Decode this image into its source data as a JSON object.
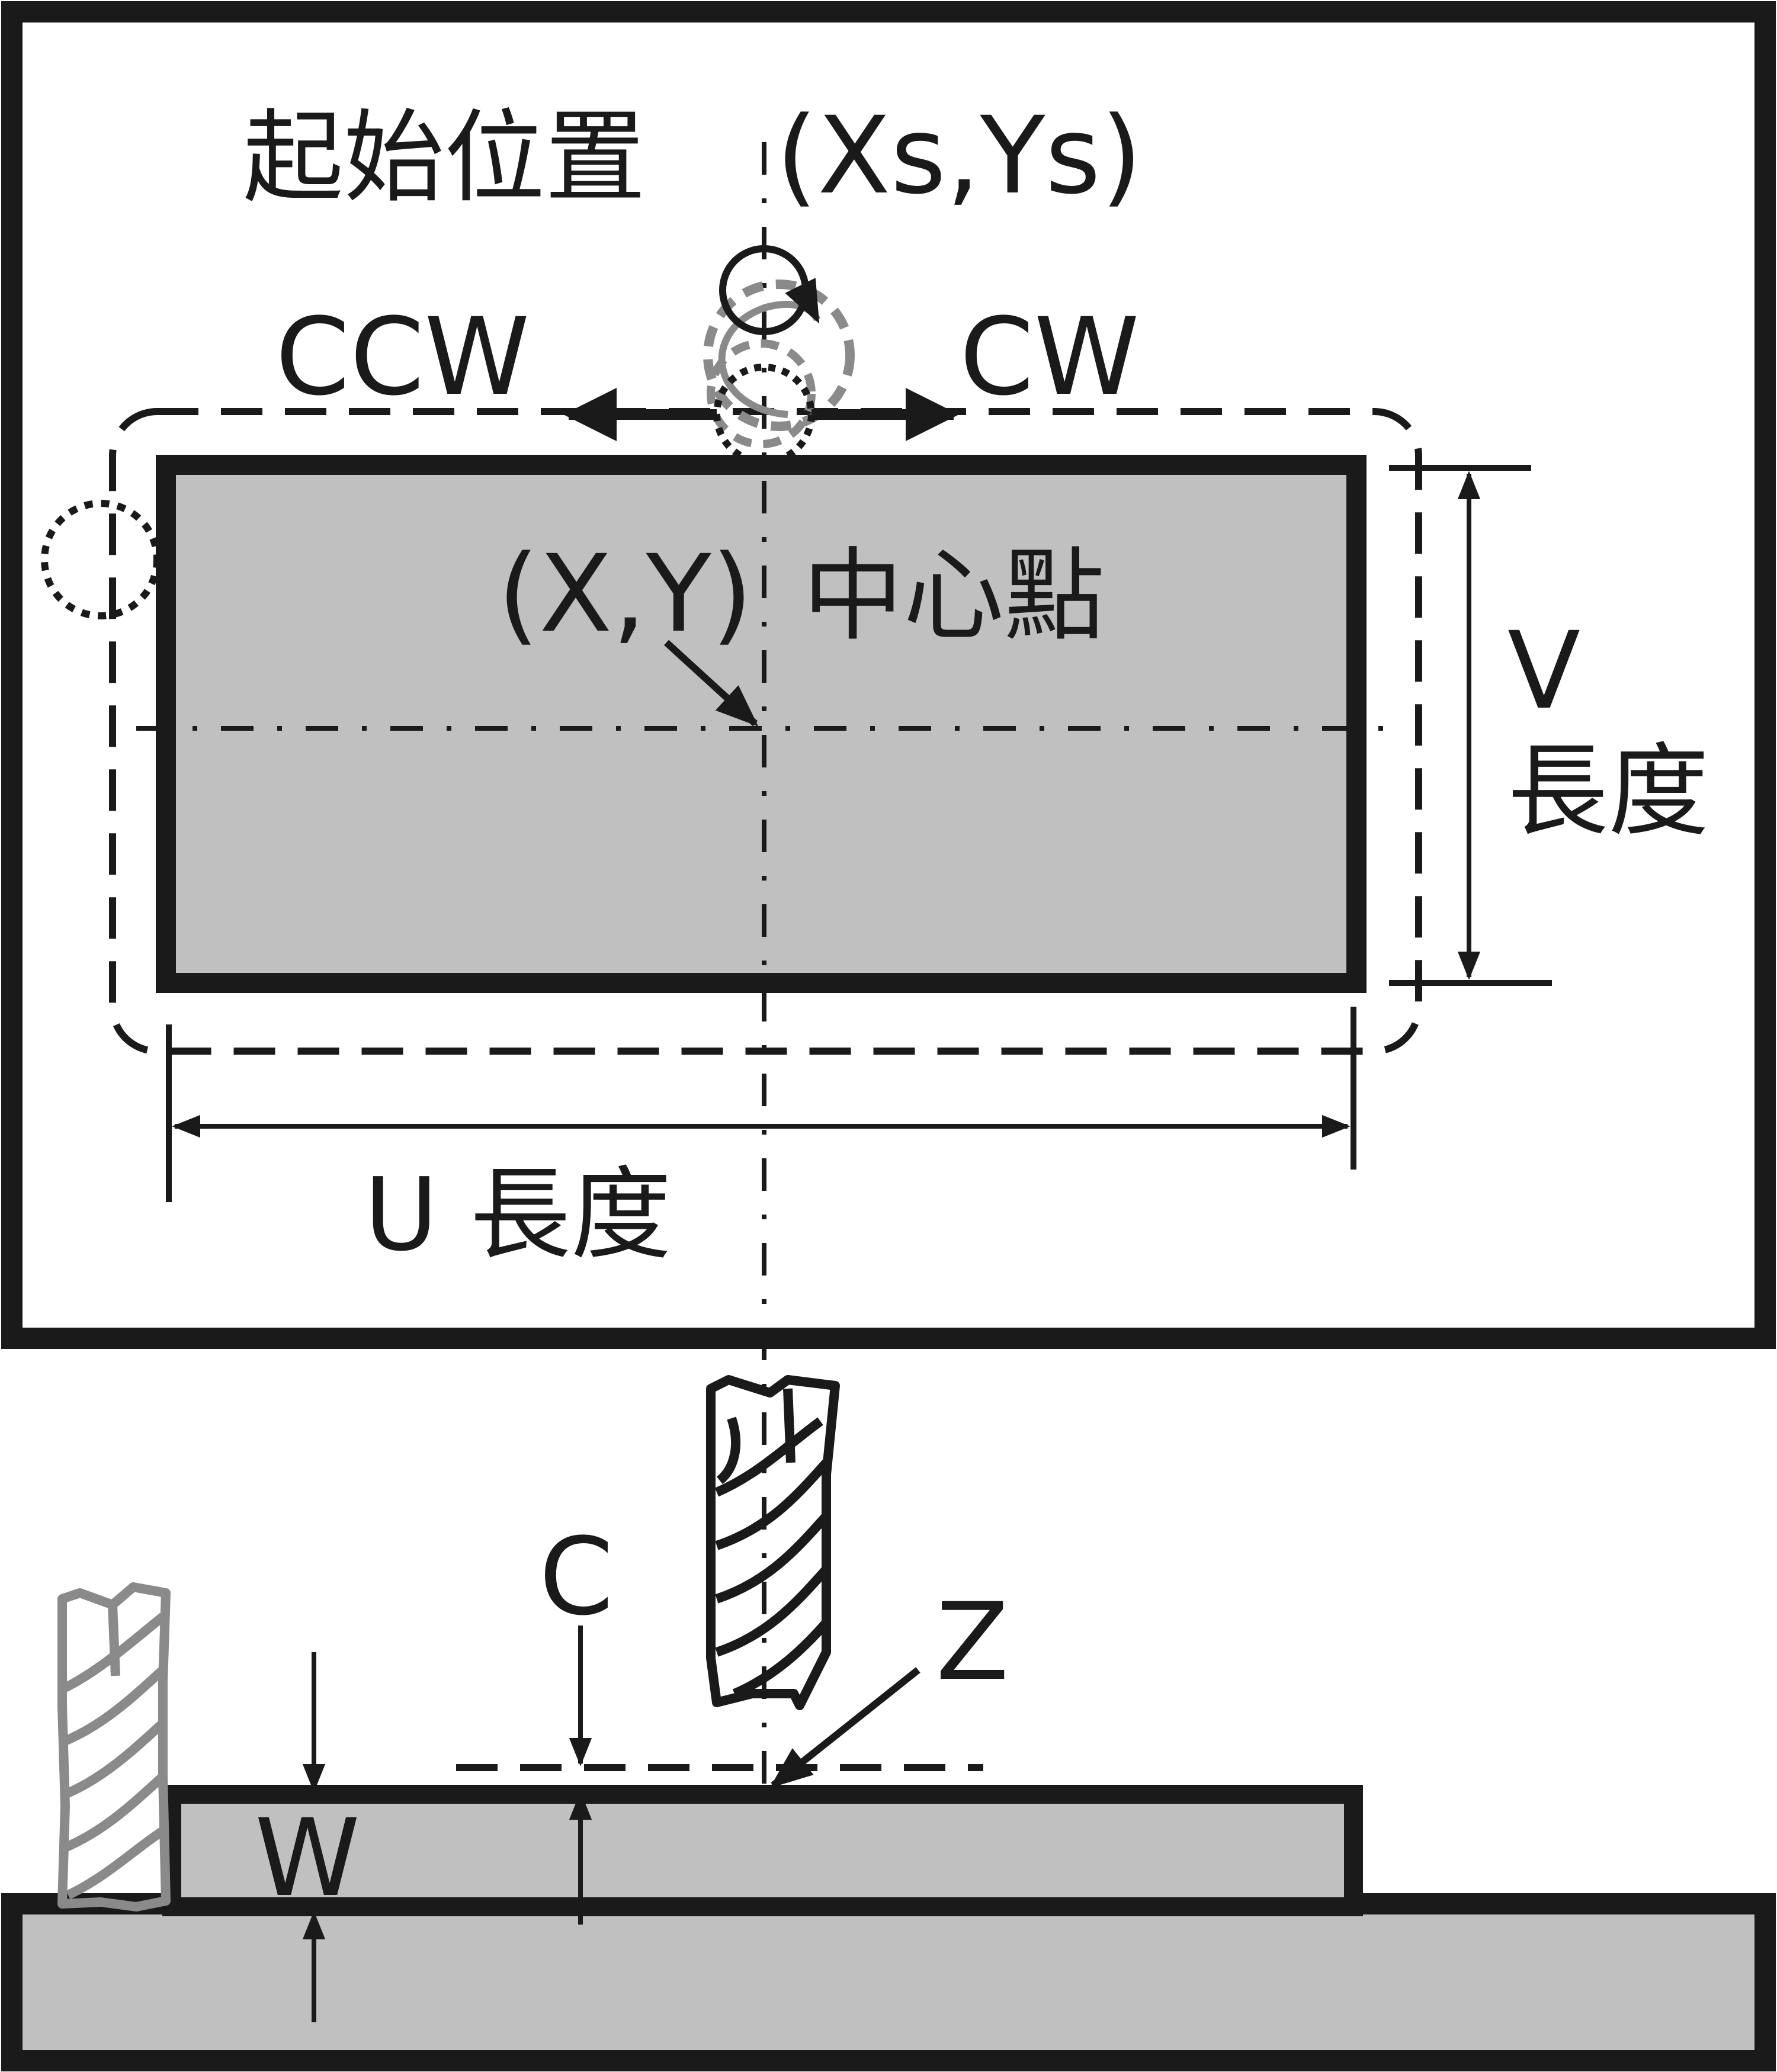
{
  "labels": {
    "start_position_text": "起始位置",
    "start_coords": "(Xs,Ys)",
    "ccw": "CCW",
    "cw": "CW",
    "center_coords": "(X,Y)",
    "center_text": "中心點",
    "v_letter": "V",
    "v_length": "長度",
    "u_length": "U 長度",
    "c_letter": "C",
    "z_letter": "Z",
    "w_letter": "W"
  },
  "colors": {
    "ink": "#1a1a1a",
    "fill_gray": "#c0c0c0",
    "ghost_gray": "#8a8a8a"
  }
}
